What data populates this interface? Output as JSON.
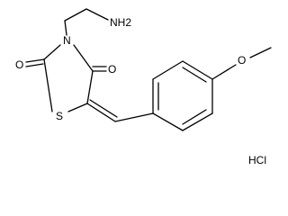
{
  "molecule": {
    "atoms": {
      "amine": "NH2",
      "imide_n": "N",
      "carbonyl_o_left": "O",
      "carbonyl_o_right": "O",
      "ring_s": "S",
      "ether_o": "O"
    },
    "salt": "HCl"
  }
}
